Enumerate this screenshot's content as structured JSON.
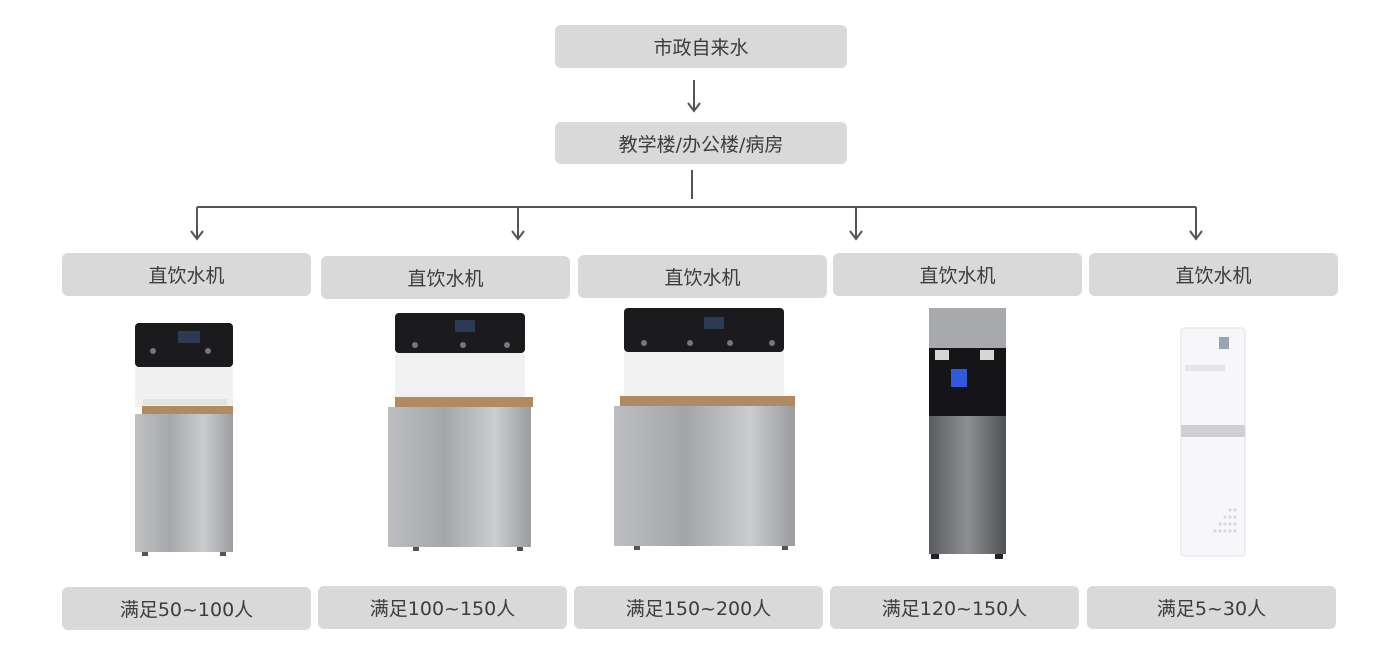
{
  "source": "市政自来水",
  "building": "教学楼/办公楼/病房",
  "products": [
    {
      "label": "直饮水机",
      "capacity": "满足50~100人"
    },
    {
      "label": "直饮水机",
      "capacity": "满足100~150人"
    },
    {
      "label": "直饮水机",
      "capacity": "满足150~200人"
    },
    {
      "label": "直饮水机",
      "capacity": "满足120~150人"
    },
    {
      "label": "直饮水机",
      "capacity": "满足5~30人"
    }
  ],
  "colors": {
    "box": "#d9d9d9",
    "line": "#555555",
    "text": "#3c3c3c"
  }
}
